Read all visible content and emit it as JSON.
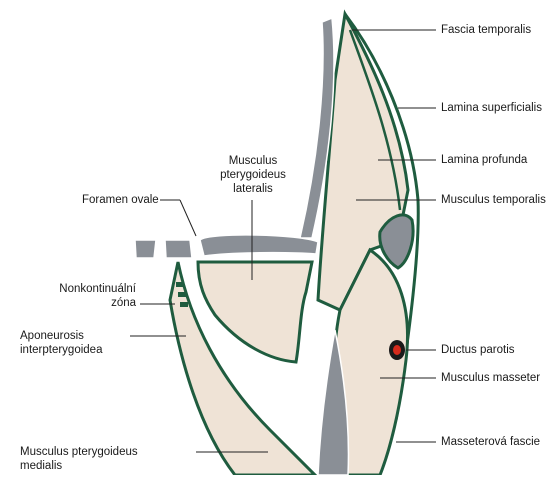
{
  "labels": {
    "fascia_temporalis": "Fascia temporalis",
    "lamina_superficialis": "Lamina superficialis",
    "lamina_profunda": "Lamina profunda",
    "musculus_temporalis": "Musculus temporalis",
    "ductus_parotis": "Ductus parotis",
    "musculus_masseter": "Musculus masseter",
    "masseterova_fascie": "Masseterová fascie",
    "musculus_pterygoideus_lateralis": [
      "Musculus",
      "pterygoideus",
      "lateralis"
    ],
    "foramen_ovale": "Foramen ovale",
    "nonkontinualni_zona": [
      "Nonkontinuální",
      "zóna"
    ],
    "aponeurosis_interpterygoidea": [
      "Aponeurosis",
      "interpterygoidea"
    ],
    "musculus_pterygoideus_medialis": [
      "Musculus pterygoideus",
      "medialis"
    ]
  },
  "colors": {
    "fascia": "#1f5c3f",
    "muscle": "#efe3d6",
    "bone": "#8a8f96",
    "bone_outline": "#ffffff",
    "duct_outer": "#1a1a1a",
    "duct_inner": "#d42a1c",
    "leader": "#222222"
  }
}
